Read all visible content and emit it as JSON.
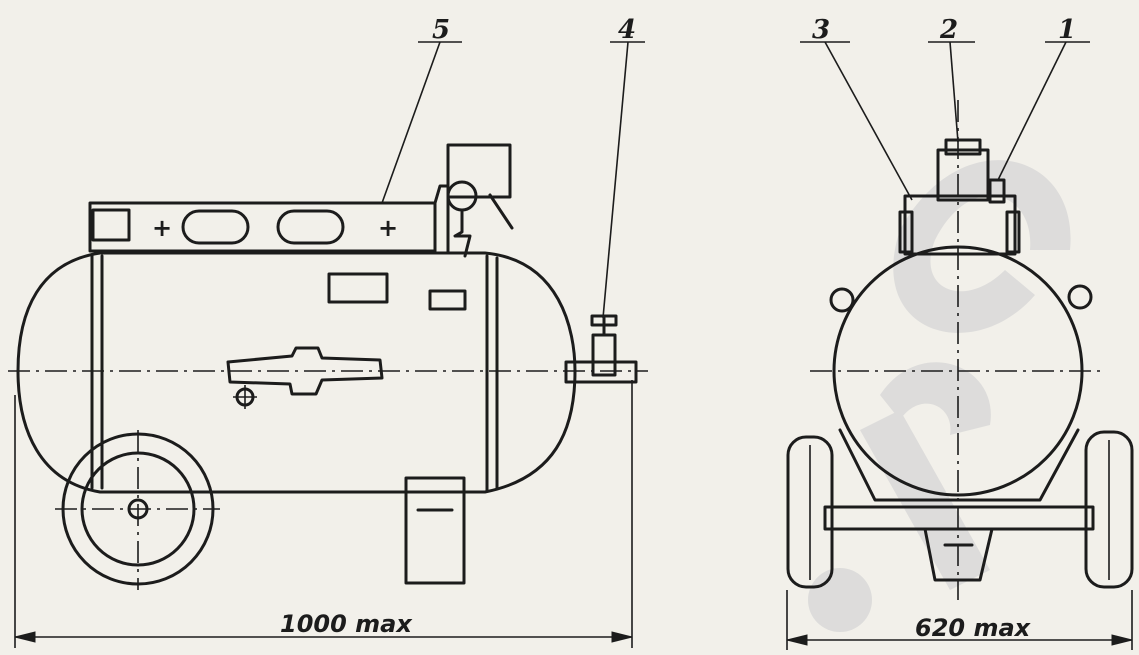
{
  "callouts": {
    "part_1": "1",
    "part_2": "2",
    "part_3": "3",
    "part_4": "4",
    "part_5": "5"
  },
  "dimensions": {
    "length": "1000 max",
    "width": "620 max"
  },
  "watermark": {
    "text": "...ru",
    "color": "#d0d0d0"
  },
  "colors": {
    "ink": "#1c1c1c",
    "paper": "#f2f0ea"
  }
}
